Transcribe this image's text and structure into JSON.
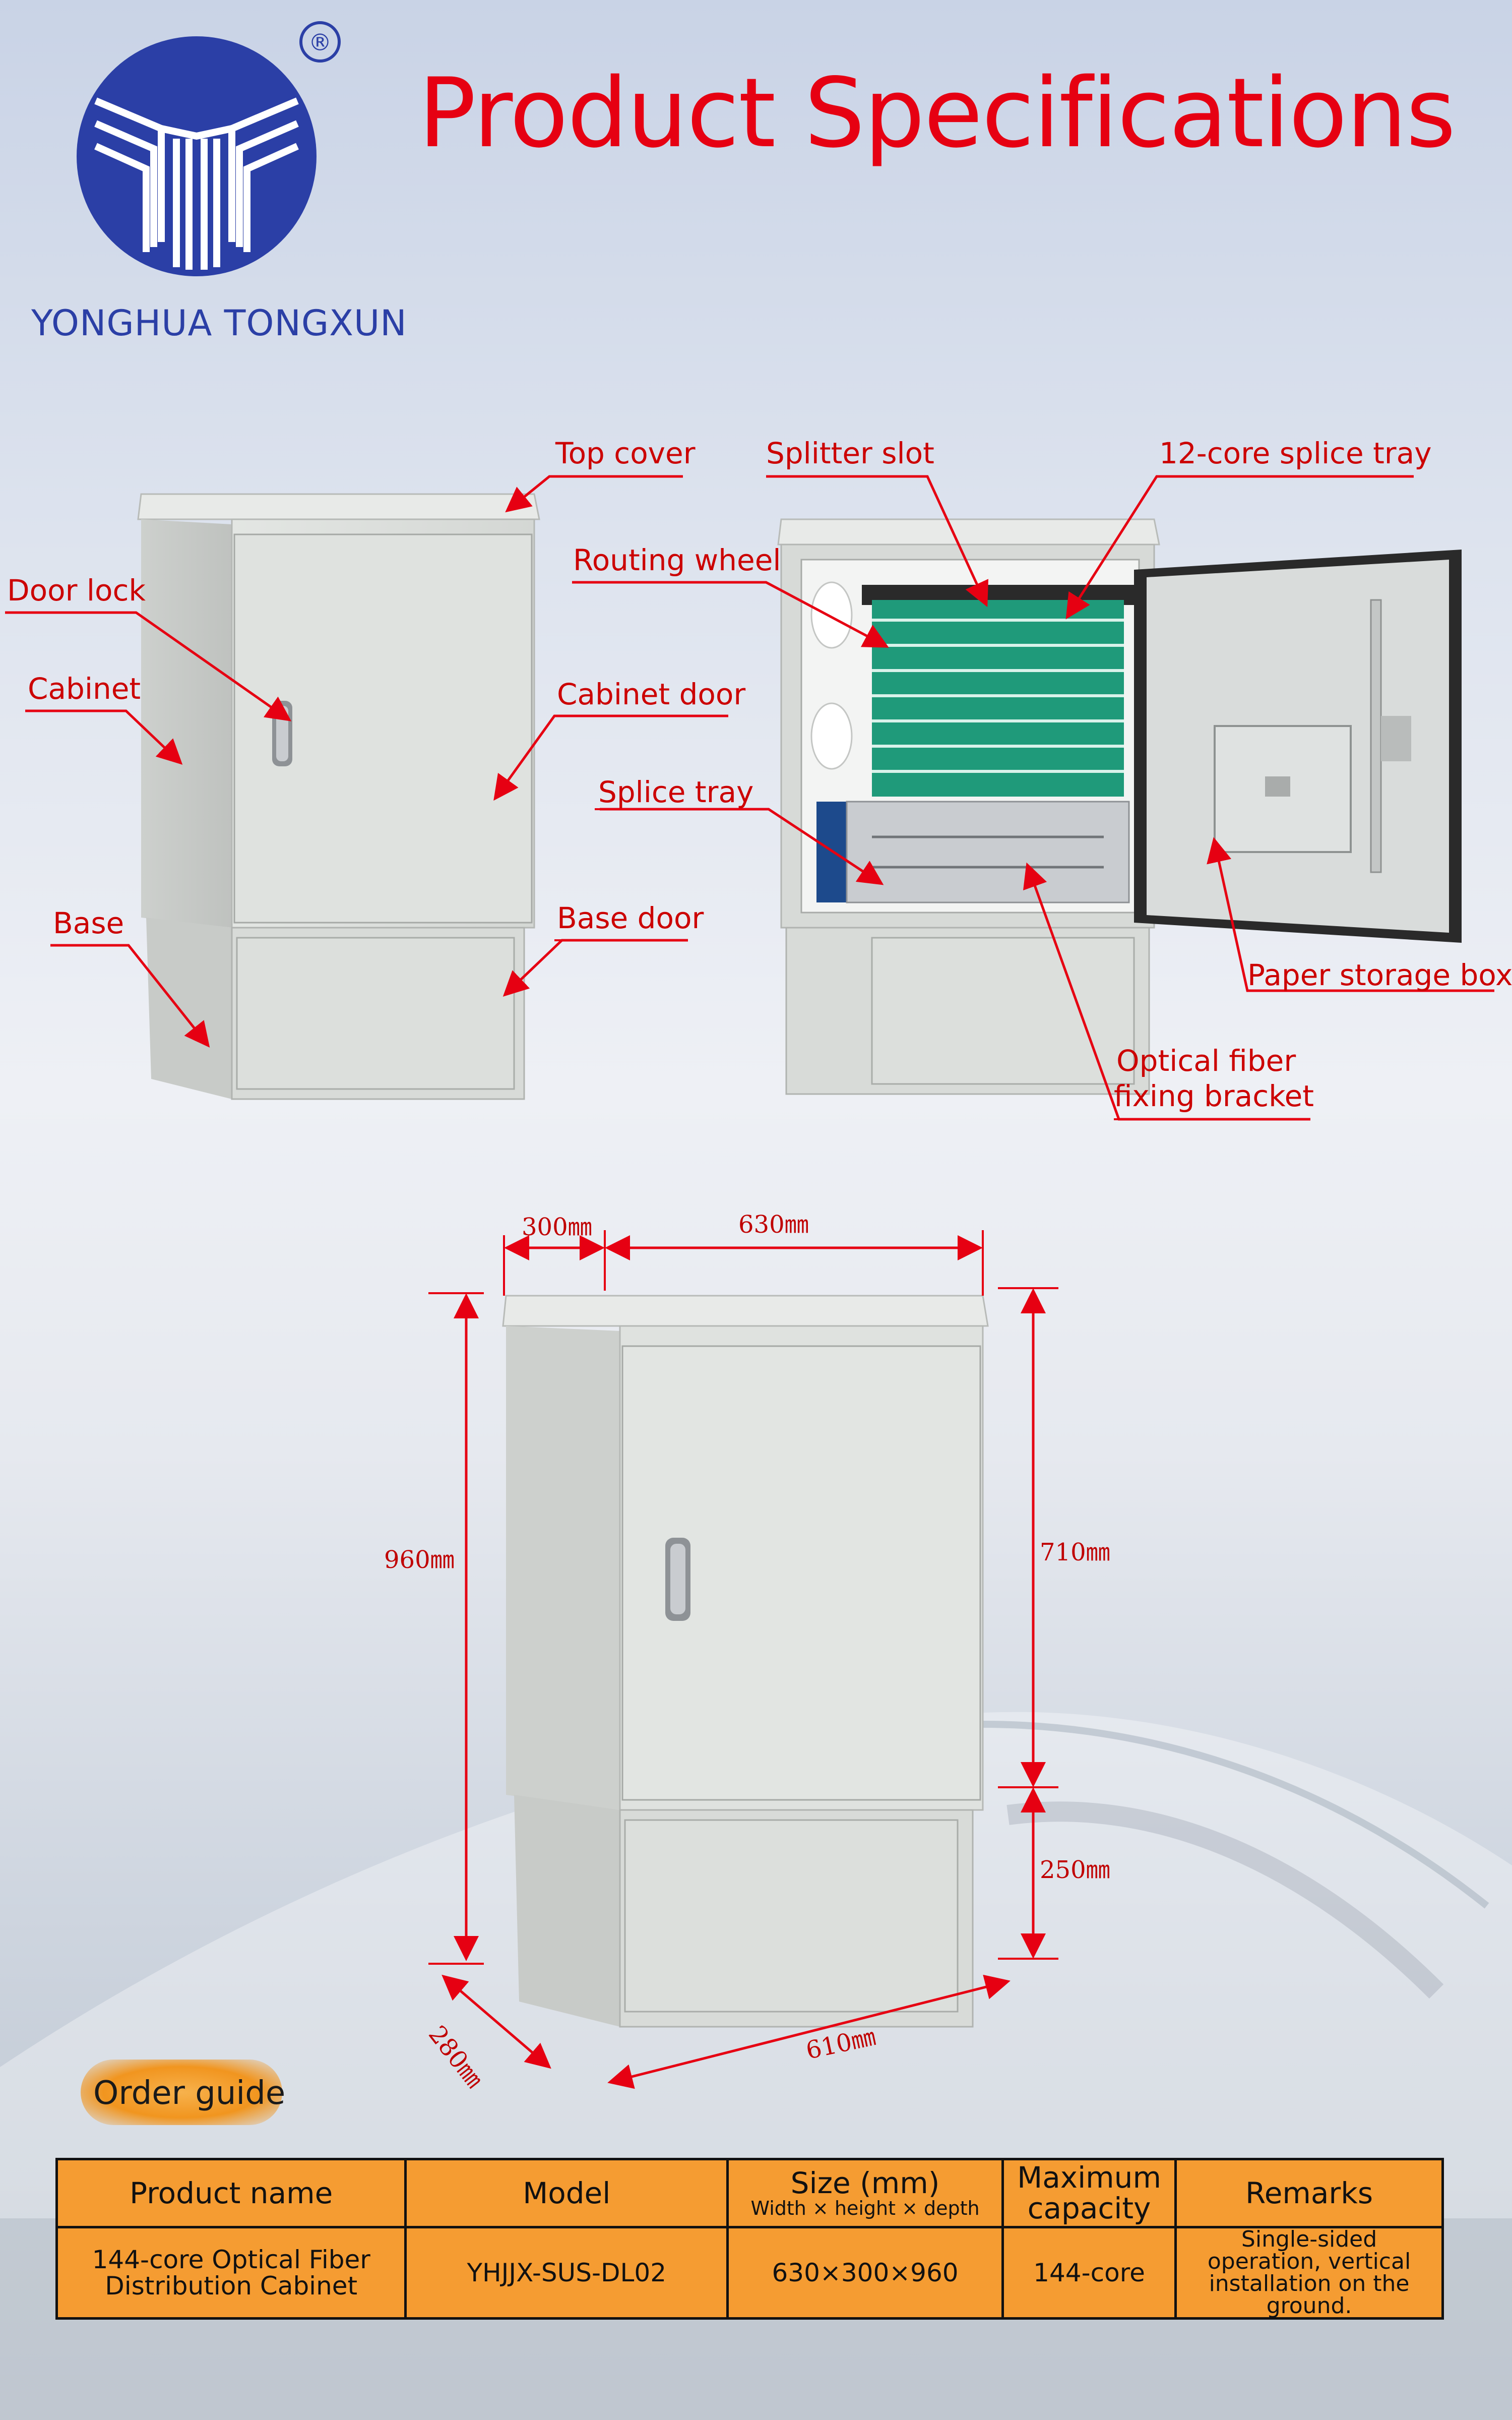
{
  "header": {
    "title": "Product Specifications",
    "brand": "YONGHUA TONGXUN",
    "registered_mark": "®"
  },
  "diagram_labels": {
    "top_cover": "Top cover",
    "door_lock": "Door lock",
    "cabinet": "Cabinet",
    "cabinet_door": "Cabinet door",
    "base": "Base",
    "base_door": "Base door",
    "splitter_slot": "Splitter slot",
    "twelve_core_splice_tray": "12-core splice tray",
    "routing_wheel": "Routing wheel",
    "splice_tray": "Splice tray",
    "paper_storage_box": "Paper storage box",
    "optical_fiber_fixing_bracket_line1": "Optical fiber",
    "optical_fiber_fixing_bracket_line2": "fixing bracket"
  },
  "dimensions": {
    "depth_top": "300㎜",
    "width_top": "630㎜",
    "height_total": "960㎜",
    "height_cabinet": "710㎜",
    "height_base": "250㎜",
    "depth_base": "280㎜",
    "width_base": "610㎜"
  },
  "order_guide": {
    "label": "Order guide",
    "headers": {
      "product_name": "Product name",
      "model": "Model",
      "size": "Size (mm)",
      "size_sub": "Width × height × depth",
      "max_capacity": "Maximum capacity",
      "remarks": "Remarks"
    },
    "rows": [
      {
        "product_name": "144-core Optical Fiber Distribution Cabinet",
        "model": "YHJJX-SUS-DL02",
        "size": "630×300×960",
        "max_capacity": "144-core",
        "remarks": "Single-sided operation, vertical installation on the ground."
      }
    ]
  },
  "colors": {
    "title_red": "#e60012",
    "label_red": "#cc0000",
    "logo_blue": "#2b3fa6",
    "table_orange": "#f59c32",
    "cabinet_grey": "#d8dbd8"
  }
}
